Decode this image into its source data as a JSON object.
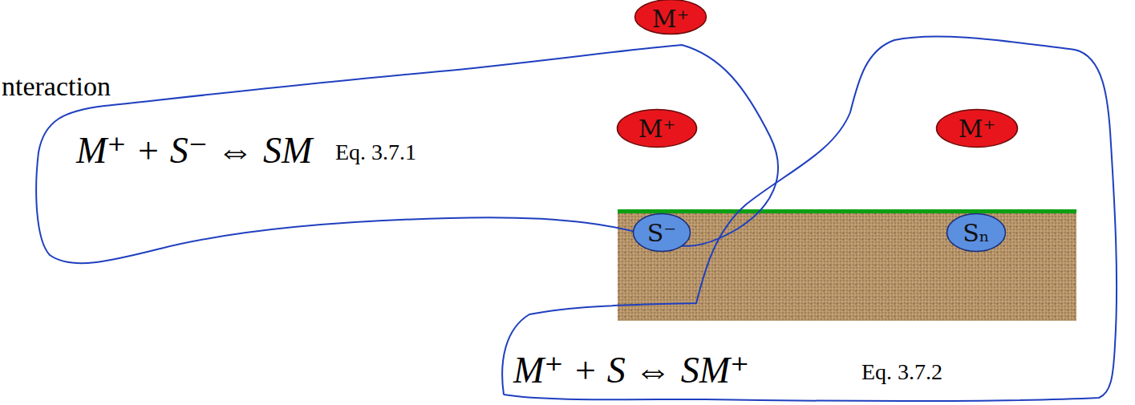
{
  "diagram": {
    "nodes": [
      {
        "text": [
          "M⁺"
        ]
      },
      {
        "text": [
          "M⁺"
        ]
      },
      {
        "text": [
          "M⁺"
        ]
      },
      {
        "text": [
          "S⁻"
        ]
      },
      {
        "text": [
          "Sₙ"
        ]
      }
    ],
    "labels": [
      "nteraction",
      "M⁺ + S⁻ ⇔ SM",
      "Eq. 3.7.1",
      "M⁺ + S ⇔ SM⁺",
      "Eq. 3.7.2"
    ]
  }
}
